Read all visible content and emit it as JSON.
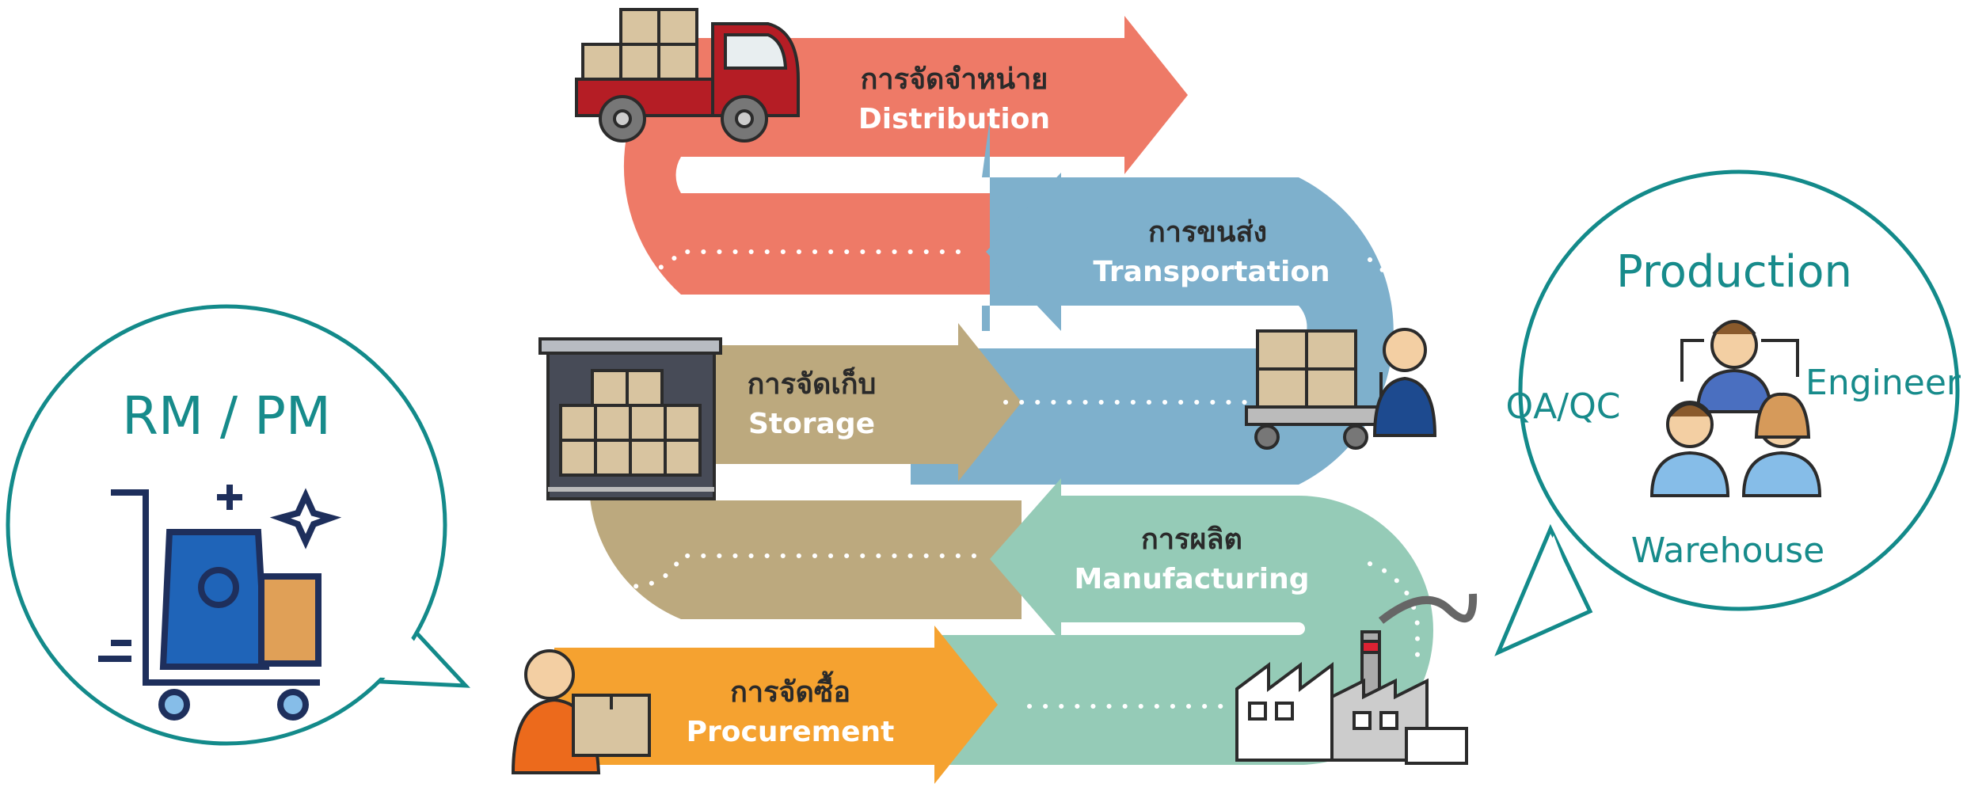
{
  "colors": {
    "distribution": "#ee7a67",
    "transportation": "#7eb0cc",
    "storage": "#bca97e",
    "manufacturing": "#95cbb7",
    "procurement": "#f5a230",
    "bubble_border": "#138a8a",
    "bubble_text": "#178b8b"
  },
  "stages": {
    "distribution": {
      "thai": "การจัดจำหน่าย",
      "english": "Distribution",
      "icon": "delivery-truck-icon"
    },
    "transportation": {
      "thai": "การขนส่ง",
      "english": "Transportation",
      "icon": "worker-with-cart-icon"
    },
    "storage": {
      "thai": "การจัดเก็บ",
      "english": "Storage",
      "icon": "warehouse-shelf-icon"
    },
    "manufacturing": {
      "thai": "การผลิต",
      "english": "Manufacturing",
      "icon": "factory-icon"
    },
    "procurement": {
      "thai": "การจัดซื้อ",
      "english": "Procurement",
      "icon": "person-with-box-icon"
    }
  },
  "left_bubble": {
    "title": "RM / PM",
    "icon": "material-cart-icon"
  },
  "right_bubble": {
    "title": "Production",
    "left_label": "QA/QC",
    "right_label": "Engineer",
    "bottom_label": "Warehouse",
    "icon": "team-people-icon"
  }
}
